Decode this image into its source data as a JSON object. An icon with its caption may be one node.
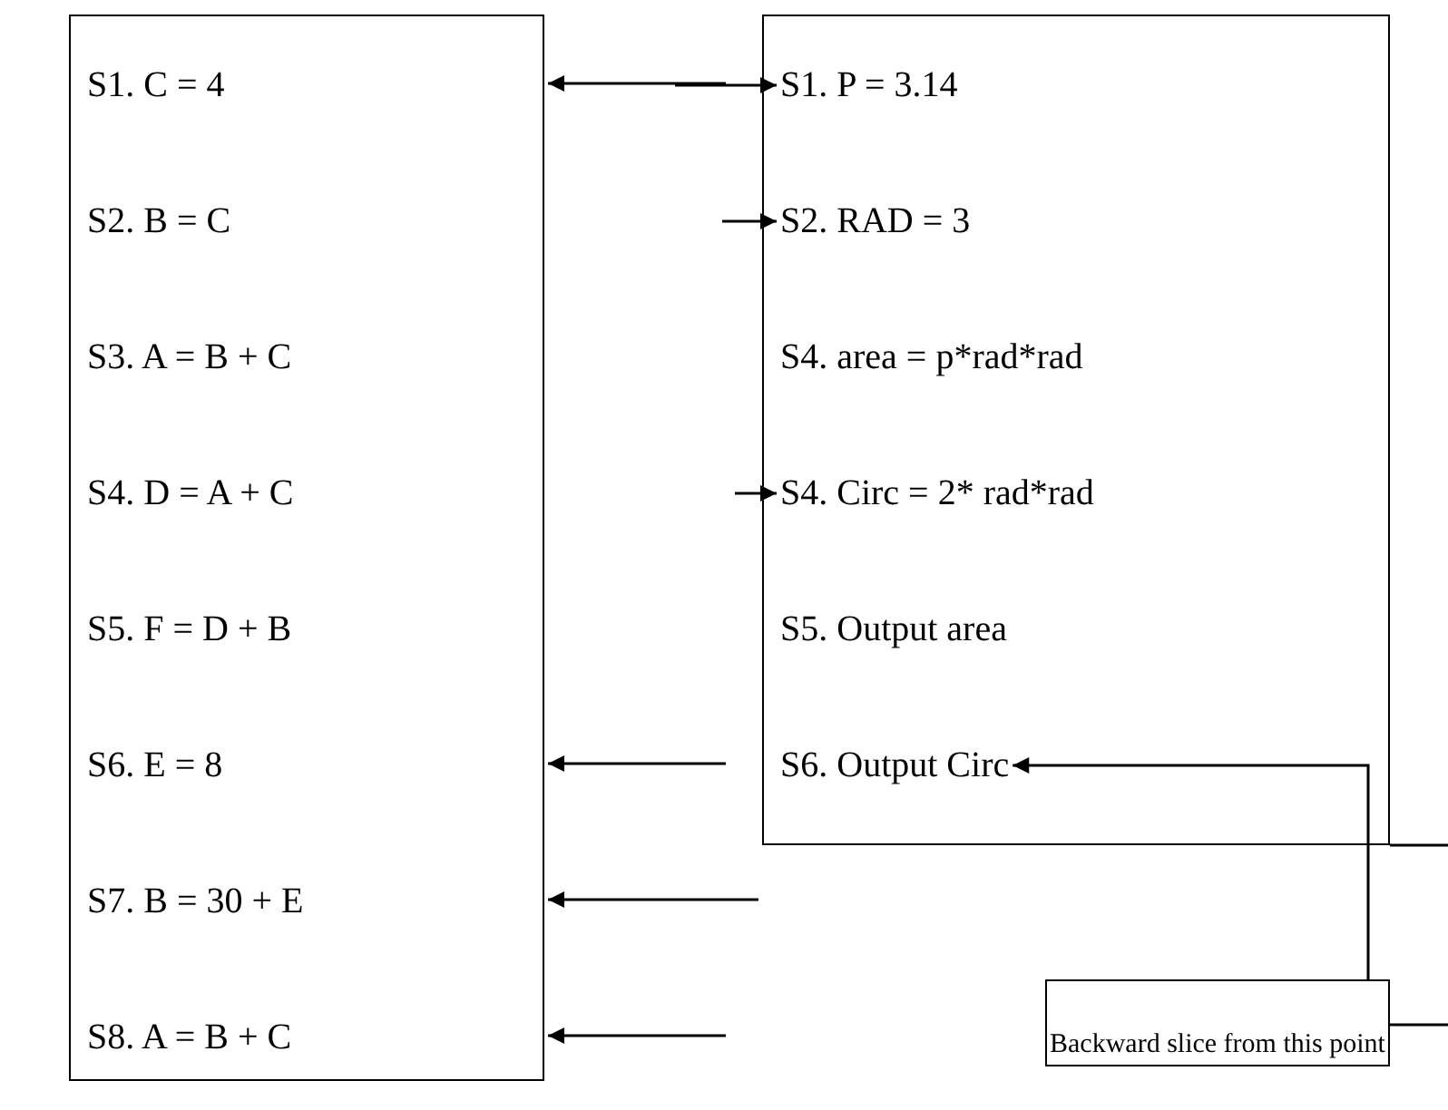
{
  "diagram": {
    "nodes": [
      {
        "text": [],
        "shape": "box"
      },
      {
        "text": [
          "S1. C = 4"
        ],
        "in": 0
      },
      {
        "text": [
          "S2. B = C"
        ],
        "in": 0
      },
      {
        "text": [
          "S3. A = B + C"
        ],
        "in": 0
      },
      {
        "text": [
          "S4. D = A + C"
        ],
        "in": 0
      },
      {
        "text": [
          "S5. F = D + B"
        ],
        "in": 0
      },
      {
        "text": [
          "S6. E =  8"
        ],
        "in": 0
      },
      {
        "text": [
          "S7. B = 30 + E"
        ],
        "in": 0
      },
      {
        "text": [
          "S8. A = B + C"
        ],
        "in": 0
      },
      {
        "text": [],
        "shape": "box"
      },
      {
        "text": [
          "S1. P = 3.14"
        ],
        "in": 9
      },
      {
        "text": [
          "S2. RAD = 3"
        ],
        "in": 9
      },
      {
        "text": [
          "S4. area = p*rad*rad"
        ],
        "in": 9
      },
      {
        "text": [
          "S4. Circ = 2* rad*rad"
        ],
        "in": 9
      },
      {
        "text": [
          "S5. Output area"
        ],
        "in": 9
      },
      {
        "text": [
          "S6. Output Circ"
        ],
        "in": 9
      },
      {
        "text": [
          "Backward slice from this point"
        ]
      }
    ],
    "edges": [
      {
        "from": null,
        "to": 0,
        "arrow": "to"
      },
      {
        "from": null,
        "to": 10,
        "arrow": "to"
      },
      {
        "from": null,
        "to": 11,
        "arrow": "to"
      },
      {
        "from": null,
        "to": 13,
        "arrow": "to"
      },
      {
        "from": null,
        "to": 0,
        "arrow": "to"
      },
      {
        "from": null,
        "to": 0,
        "arrow": "to"
      },
      {
        "from": null,
        "to": 0,
        "arrow": "to"
      },
      {
        "from": 16,
        "to": 15,
        "arrow": "to"
      }
    ]
  }
}
